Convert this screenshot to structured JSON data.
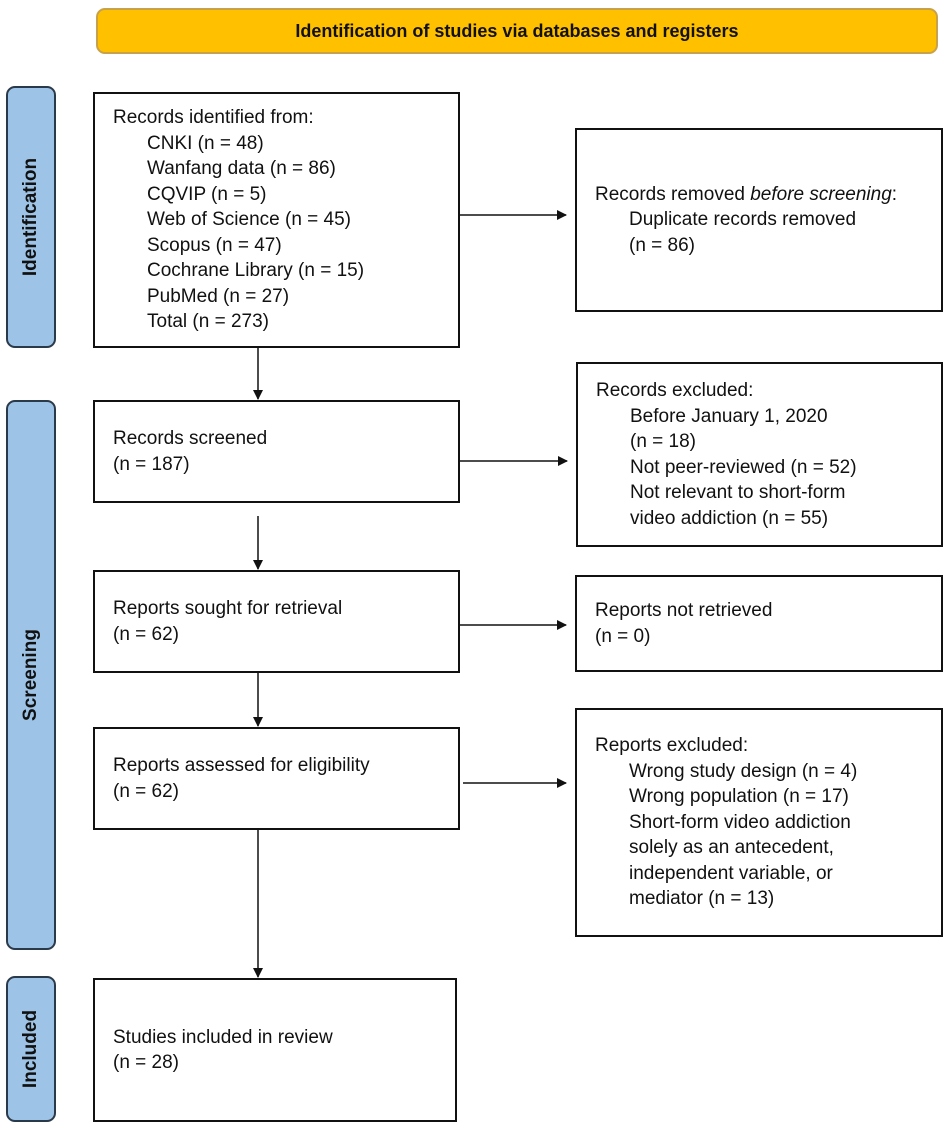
{
  "header": {
    "title": "Identification of studies via databases and registers",
    "color": "#FFC000"
  },
  "phases": {
    "identification": "Identification",
    "screening": "Screening",
    "included": "Included",
    "color": "#9DC3E6"
  },
  "identified": {
    "heading": "Records identified from:",
    "sources": [
      "CNKI (n = 48)",
      "Wanfang data (n = 86)",
      "CQVIP (n = 5)",
      "Web of Science (n = 45)",
      "Scopus (n = 47)",
      "Cochrane Library (n = 15)",
      "PubMed (n = 27)",
      "Total (n = 273)"
    ]
  },
  "removed": {
    "heading_pre": "Records removed ",
    "heading_em": "before screening",
    "heading_post": ":",
    "items": [
      "Duplicate records removed",
      "(n = 86)"
    ]
  },
  "screened": {
    "label": "Records screened",
    "count": "(n = 187)"
  },
  "excluded": {
    "heading": "Records excluded:",
    "items": [
      "Before January 1, 2020",
      "(n = 18)",
      "Not peer-reviewed (n = 52)",
      "Not relevant to short-form",
      "video addiction (n = 55)"
    ]
  },
  "sought": {
    "label": "Reports sought for retrieval",
    "count": "(n = 62)"
  },
  "not_retrieved": {
    "label": "Reports not retrieved",
    "count": "(n = 0)"
  },
  "assessed": {
    "label": "Reports assessed for eligibility",
    "count": "(n = 62)"
  },
  "reports_excluded": {
    "heading": "Reports excluded:",
    "items": [
      "Wrong study design (n = 4)",
      "Wrong population (n = 17)",
      "Short-form video addiction",
      "solely as an antecedent,",
      "independent variable, or",
      "mediator (n = 13)"
    ]
  },
  "included": {
    "label": "Studies included in review",
    "count": "(n = 28)"
  }
}
